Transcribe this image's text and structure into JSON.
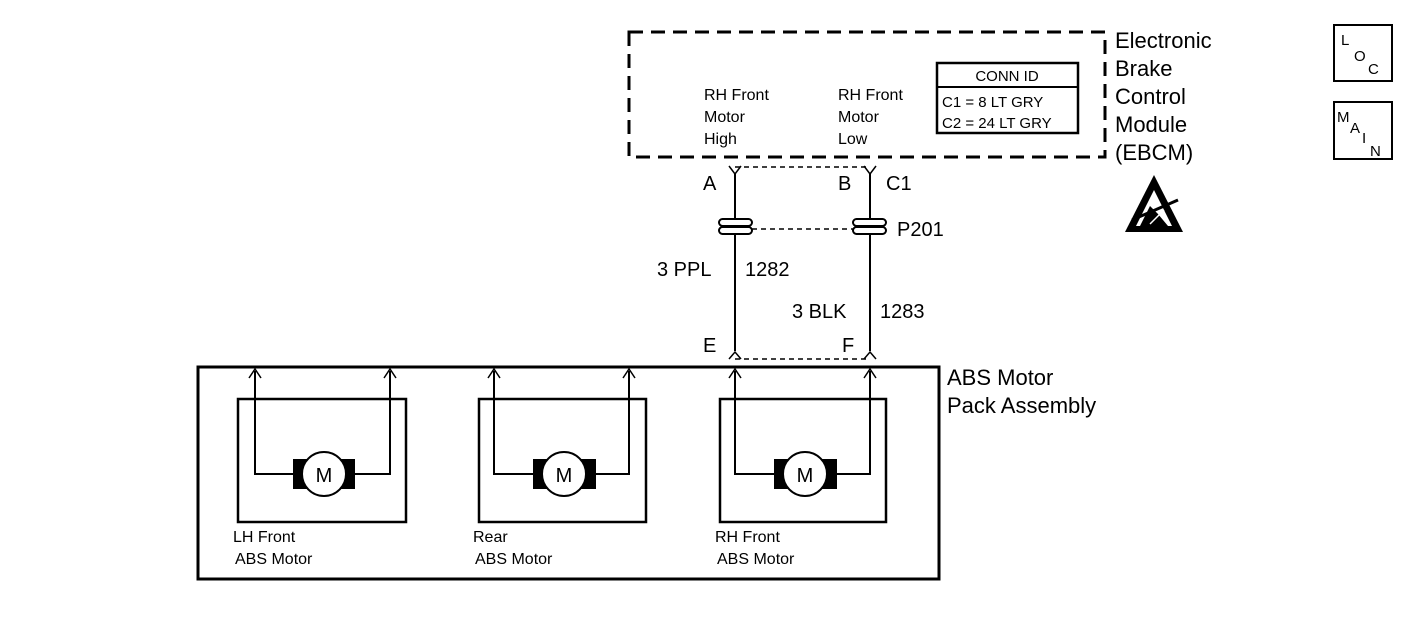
{
  "ebcm": {
    "title_lines": [
      "Electronic",
      "Brake",
      "Control",
      "Module",
      "(EBCM)"
    ],
    "pin_high_lines": [
      "RH Front",
      "Motor",
      "High"
    ],
    "pin_low_lines": [
      "RH Front",
      "Motor",
      "Low"
    ],
    "conn_id": {
      "header": "CONN ID",
      "rows": [
        "C1 = 8 LT GRY",
        "C2 = 24 LT GRY"
      ]
    }
  },
  "terminals": {
    "a": "A",
    "b": "B",
    "c1": "C1",
    "e": "E",
    "f": "F"
  },
  "splice": {
    "label": "P201"
  },
  "wires": {
    "left": {
      "color_label": "3 PPL",
      "circuit": "1282"
    },
    "right": {
      "color_label": "3 BLK",
      "circuit": "1283"
    }
  },
  "motor_pack": {
    "title_lines": [
      "ABS Motor",
      "Pack Assembly"
    ],
    "motors": [
      {
        "symbol": "M",
        "label_lines": [
          "LH Front",
          "ABS Motor"
        ]
      },
      {
        "symbol": "M",
        "label_lines": [
          "Rear",
          "ABS Motor"
        ]
      },
      {
        "symbol": "M",
        "label_lines": [
          "RH Front",
          "ABS Motor"
        ]
      }
    ]
  },
  "side_buttons": {
    "loc": [
      "L",
      "O",
      "C"
    ],
    "main": [
      "M",
      "A",
      "I",
      "N"
    ]
  },
  "icons": {
    "esd": "esd-warning-icon"
  }
}
